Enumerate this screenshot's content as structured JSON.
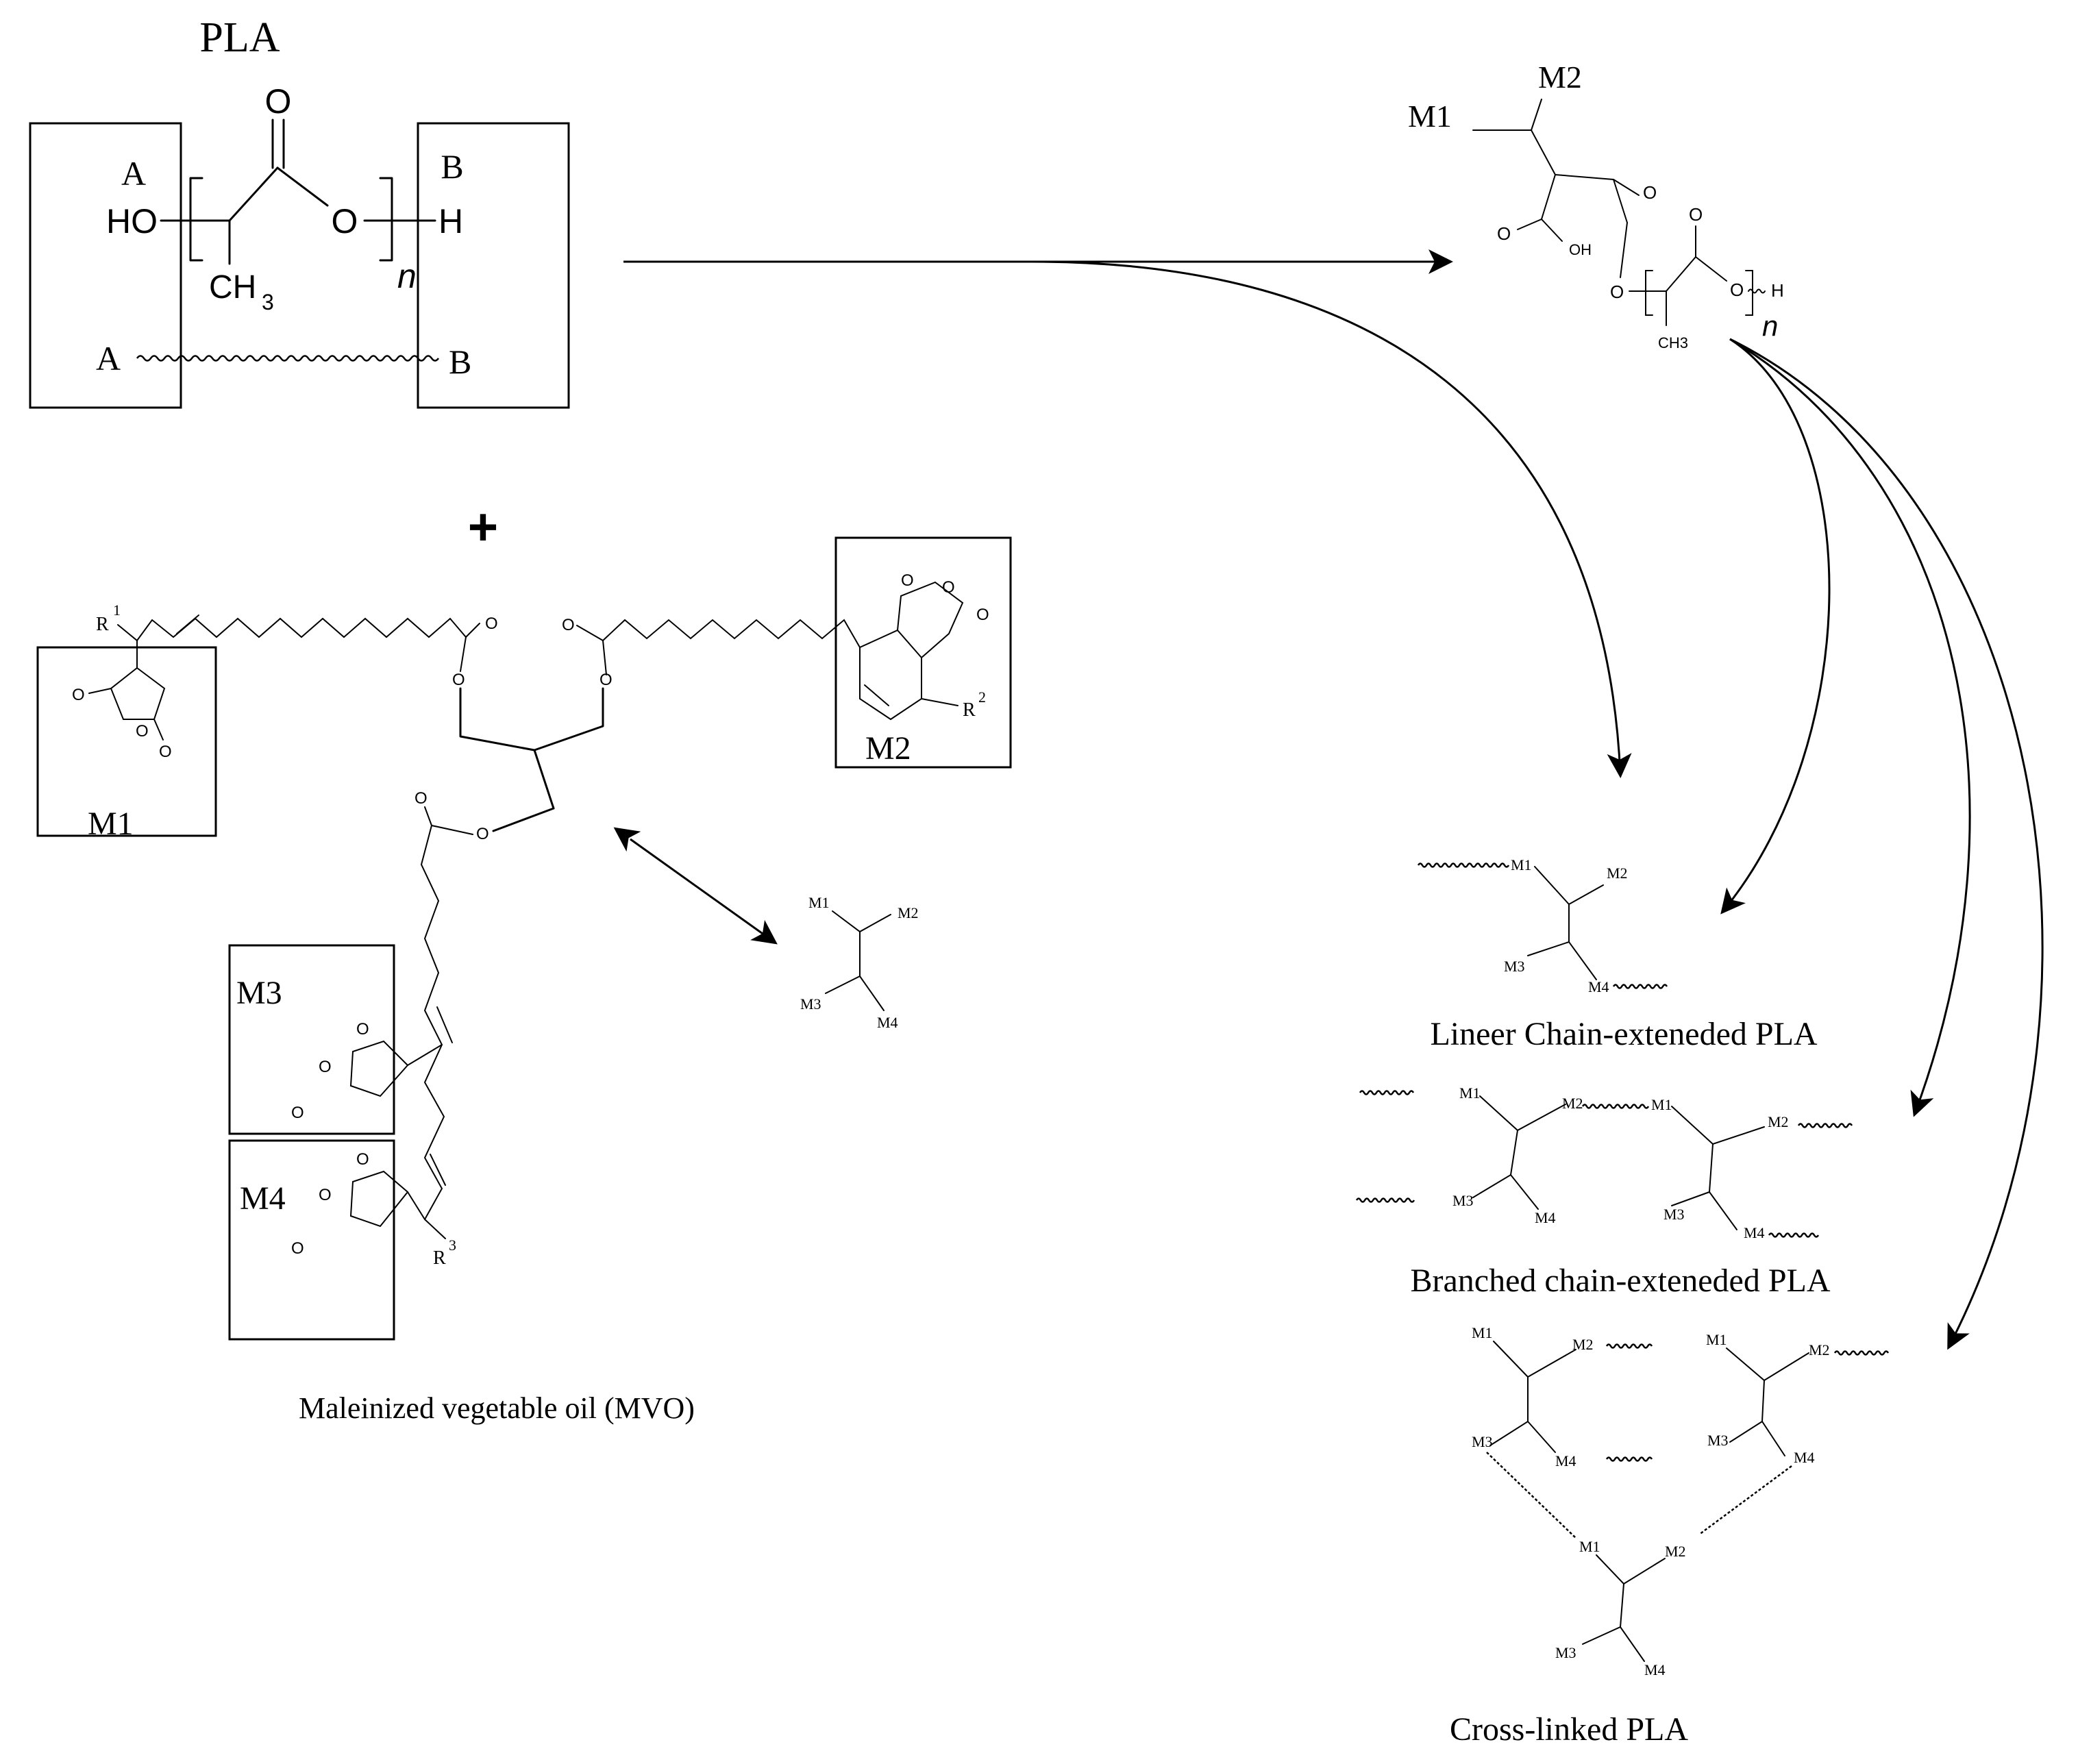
{
  "pla": {
    "title": "PLA",
    "end_a": "A",
    "end_b": "B",
    "ho": "HO",
    "h": "H",
    "o": "O",
    "ch3": "CH",
    "sub3": "3",
    "n": "n"
  },
  "plus": "+",
  "mvo": {
    "caption": "Maleinized  vegetable oil (MVO)",
    "m1": "M1",
    "m2": "M2",
    "m3": "M3",
    "m4": "M4",
    "r1": "R",
    "r2": "R",
    "r3": "R",
    "sup1": "1",
    "sup2": "2",
    "sup3": "3",
    "o": "O"
  },
  "grafted": {
    "m1": "M1",
    "m2": "M2",
    "oh": "OH",
    "o": "O",
    "h": "H",
    "ch3": "CH3",
    "n": "n"
  },
  "schematic": {
    "m1": "M1",
    "m2": "M2",
    "m3": "M3",
    "m4": "M4"
  },
  "products": {
    "linear": "Lineer Chain-exteneded PLA",
    "branched": "Branched chain-exteneded PLA",
    "crosslinked": "Cross-linked PLA"
  }
}
